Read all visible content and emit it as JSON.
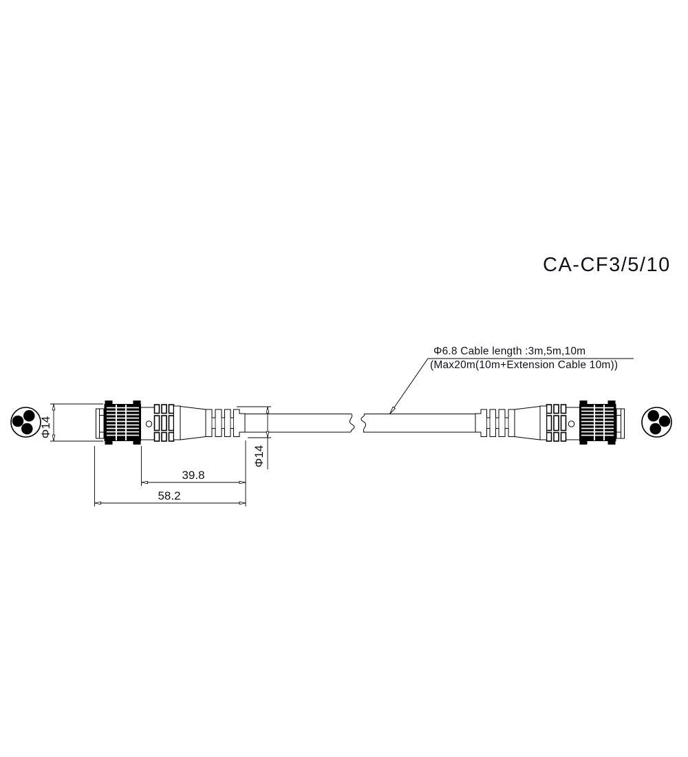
{
  "title": "CA-CF3/5/10",
  "callout": {
    "line1": "Φ6.8 Cable length :3m,5m,10m",
    "line2": "(Max20m(10m+Extension Cable 10m))"
  },
  "dimensions": {
    "connector_diameter": "Φ14",
    "boot_diameter": "Φ14",
    "body_length": "39.8",
    "overall_length": "58.2"
  },
  "colors": {
    "background": "#ffffff",
    "line": "#000000",
    "text": "#101018"
  }
}
